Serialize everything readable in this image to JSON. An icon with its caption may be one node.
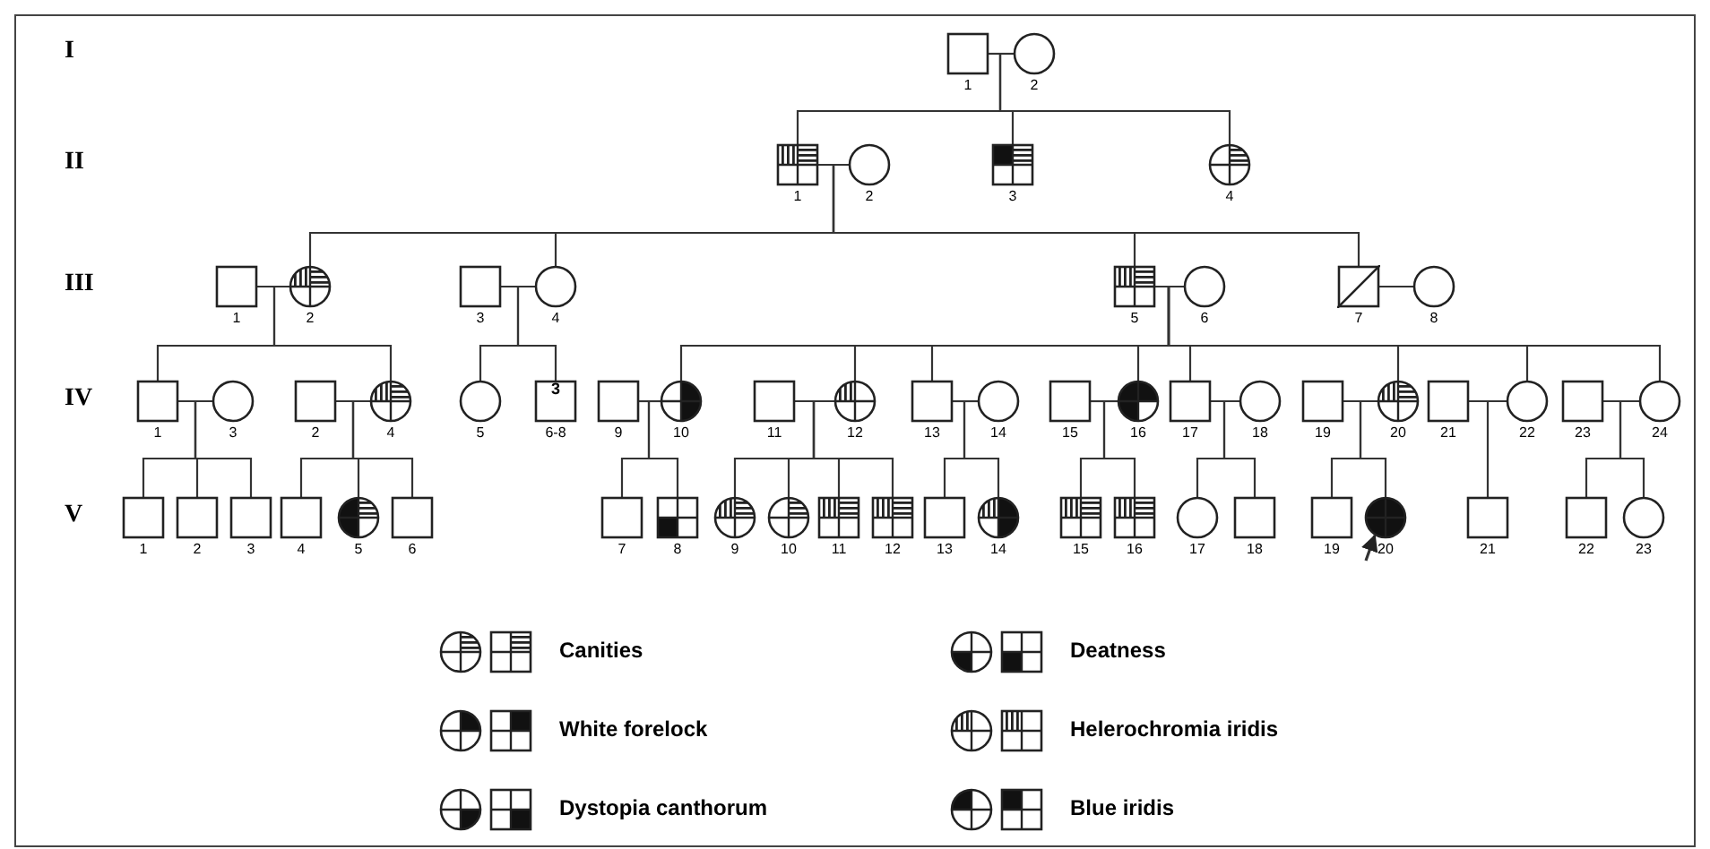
{
  "diagram": {
    "nodes": [
      {
        "text": [],
        "shape": "box",
        "beside": [
          "1"
        ]
      },
      {
        "text": [],
        "shape": "circle",
        "beside": [
          "2"
        ]
      },
      {
        "text": [],
        "shape": "box",
        "beside": [
          "1"
        ]
      },
      {
        "text": [],
        "shape": "circle",
        "beside": [
          "2"
        ]
      },
      {
        "text": [],
        "shape": "box",
        "beside": [
          "3"
        ]
      },
      {
        "text": [],
        "shape": "circle",
        "beside": [
          "4"
        ]
      },
      {
        "text": [],
        "shape": "box",
        "beside": [
          "1"
        ]
      },
      {
        "text": [],
        "shape": "circle",
        "beside": [
          "2"
        ]
      },
      {
        "text": [],
        "shape": "box",
        "beside": [
          "3"
        ]
      },
      {
        "text": [],
        "shape": "circle",
        "beside": [
          "4"
        ]
      },
      {
        "text": [],
        "shape": "box",
        "beside": [
          "5"
        ]
      },
      {
        "text": [],
        "shape": "circle",
        "beside": [
          "6"
        ]
      },
      {
        "text": [],
        "shape": "box",
        "beside": [
          "7"
        ]
      },
      {
        "text": [],
        "shape": "circle",
        "beside": [
          "8"
        ]
      },
      {
        "text": [],
        "shape": "box",
        "beside": [
          "1"
        ]
      },
      {
        "text": [],
        "shape": "circle",
        "beside": [
          "3"
        ]
      },
      {
        "text": [],
        "shape": "box",
        "beside": [
          "2"
        ]
      },
      {
        "text": [],
        "shape": "circle",
        "beside": [
          "4"
        ]
      },
      {
        "text": [],
        "shape": "circle",
        "beside": [
          "5"
        ]
      },
      {
        "text": [
          "3"
        ],
        "beside": [
          "6-8"
        ]
      },
      {
        "text": [],
        "shape": "box",
        "beside": [
          "9"
        ]
      },
      {
        "text": [],
        "shape": "circle",
        "beside": [
          "10"
        ]
      },
      {
        "text": [],
        "shape": "box",
        "beside": [
          "11"
        ]
      },
      {
        "text": [],
        "shape": "circle",
        "beside": [
          "12"
        ]
      },
      {
        "text": [],
        "shape": "box",
        "beside": [
          "13"
        ]
      },
      {
        "text": [],
        "shape": "circle",
        "beside": [
          "14"
        ]
      },
      {
        "text": [],
        "shape": "box",
        "beside": [
          "15"
        ]
      },
      {
        "text": [],
        "shape": "circle",
        "beside": [
          "16"
        ]
      },
      {
        "text": [],
        "shape": "box",
        "beside": [
          "17"
        ]
      },
      {
        "text": [],
        "shape": "circle",
        "beside": [
          "18"
        ]
      },
      {
        "text": [],
        "shape": "box",
        "beside": [
          "19"
        ]
      },
      {
        "text": [],
        "shape": "circle",
        "beside": [
          "20"
        ]
      },
      {
        "text": [],
        "shape": "box",
        "beside": [
          "21"
        ]
      },
      {
        "text": [],
        "shape": "circle",
        "beside": [
          "22"
        ]
      },
      {
        "text": [],
        "shape": "box",
        "beside": [
          "23"
        ]
      },
      {
        "text": [],
        "shape": "circle",
        "beside": [
          "24"
        ]
      },
      {
        "text": [],
        "shape": "box",
        "beside": [
          "1"
        ]
      },
      {
        "text": [],
        "shape": "box",
        "beside": [
          "2"
        ]
      },
      {
        "text": [],
        "shape": "box",
        "beside": [
          "3"
        ]
      },
      {
        "text": [],
        "shape": "box",
        "beside": [
          "4"
        ]
      },
      {
        "text": [],
        "shape": "circle",
        "beside": [
          "5"
        ]
      },
      {
        "text": [],
        "shape": "box",
        "beside": [
          "6"
        ]
      },
      {
        "text": [],
        "shape": "box",
        "beside": [
          "7"
        ]
      },
      {
        "text": [],
        "shape": "box",
        "beside": [
          "8"
        ]
      },
      {
        "text": [],
        "shape": "circle",
        "beside": [
          "9"
        ]
      },
      {
        "text": [],
        "shape": "circle",
        "beside": [
          "10"
        ]
      },
      {
        "text": [],
        "shape": "box",
        "beside": [
          "11"
        ]
      },
      {
        "text": [],
        "shape": "box",
        "beside": [
          "12"
        ]
      },
      {
        "text": [],
        "shape": "box",
        "beside": [
          "13"
        ]
      },
      {
        "text": [],
        "shape": "circle",
        "beside": [
          "14"
        ]
      },
      {
        "text": [],
        "shape": "box",
        "beside": [
          "15"
        ]
      },
      {
        "text": [],
        "shape": "box",
        "beside": [
          "16"
        ]
      },
      {
        "text": [],
        "shape": "circle",
        "beside": [
          "17"
        ]
      },
      {
        "text": [],
        "shape": "box",
        "beside": [
          "18"
        ]
      },
      {
        "text": [],
        "shape": "box",
        "beside": [
          "19"
        ]
      },
      {
        "text": [],
        "shape": "circle",
        "beside": [
          "20"
        ]
      },
      {
        "text": [],
        "shape": "box",
        "beside": [
          "21"
        ]
      },
      {
        "text": [],
        "shape": "box",
        "beside": [
          "22"
        ]
      },
      {
        "text": [],
        "shape": "circle",
        "beside": [
          "23"
        ]
      }
    ],
    "edges": [
      {
        "from": 0,
        "to": 1,
        "arrow": "none"
      },
      {
        "from": 2,
        "to": 3,
        "arrow": "none"
      },
      {
        "from": 6,
        "to": 7,
        "arrow": "none"
      },
      {
        "from": 8,
        "to": 9,
        "arrow": "none"
      },
      {
        "from": 10,
        "to": 11,
        "arrow": "none"
      },
      {
        "from": 12,
        "to": 13,
        "arrow": "none"
      },
      {
        "from": 14,
        "to": 15,
        "arrow": "none"
      },
      {
        "from": 16,
        "to": 17,
        "arrow": "none"
      },
      {
        "from": 20,
        "to": 21,
        "arrow": "none"
      },
      {
        "from": 22,
        "to": 23,
        "arrow": "none"
      },
      {
        "from": 24,
        "to": 25,
        "arrow": "none"
      },
      {
        "from": 26,
        "to": 27,
        "arrow": "none"
      },
      {
        "from": 28,
        "to": 29,
        "arrow": "none"
      },
      {
        "from": 30,
        "to": 31,
        "arrow": "none"
      },
      {
        "from": 32,
        "to": 33,
        "arrow": "none"
      },
      {
        "from": 34,
        "to": 35,
        "arrow": "none"
      },
      {
        "from": 0,
        "to": 2,
        "arrow": "none"
      },
      {
        "from": 0,
        "to": 4,
        "arrow": "none"
      },
      {
        "from": 0,
        "to": 5,
        "arrow": "none"
      },
      {
        "from": 2,
        "to": 7,
        "arrow": "none"
      },
      {
        "from": 2,
        "to": 9,
        "arrow": "none"
      },
      {
        "from": 2,
        "to": 10,
        "arrow": "none"
      },
      {
        "from": 2,
        "to": 12,
        "arrow": "none"
      },
      {
        "from": 7,
        "to": 14,
        "arrow": "none"
      },
      {
        "from": 7,
        "to": 17,
        "arrow": "none"
      },
      {
        "from": 9,
        "to": 18,
        "arrow": "none"
      },
      {
        "from": 9,
        "to": 19,
        "arrow": "none"
      },
      {
        "from": 10,
        "to": 21,
        "arrow": "none"
      },
      {
        "from": 10,
        "to": 23,
        "arrow": "none"
      },
      {
        "from": 10,
        "to": 24,
        "arrow": "none"
      },
      {
        "from": 10,
        "to": 27,
        "arrow": "none"
      },
      {
        "from": 10,
        "to": 28,
        "arrow": "none"
      },
      {
        "from": 10,
        "to": 31,
        "arrow": "none"
      },
      {
        "from": 10,
        "to": 33,
        "arrow": "none"
      },
      {
        "from": 10,
        "to": 35,
        "arrow": "none"
      },
      {
        "from": 14,
        "to": 36,
        "arrow": "none"
      },
      {
        "from": 14,
        "to": 37,
        "arrow": "none"
      },
      {
        "from": 14,
        "to": 38,
        "arrow": "none"
      },
      {
        "from": 17,
        "to": 39,
        "arrow": "none"
      },
      {
        "from": 17,
        "to": 40,
        "arrow": "none"
      },
      {
        "from": 17,
        "to": 41,
        "arrow": "none"
      },
      {
        "from": 21,
        "to": 42,
        "arrow": "none"
      },
      {
        "from": 21,
        "to": 43,
        "arrow": "none"
      },
      {
        "from": 23,
        "to": 44,
        "arrow": "none"
      },
      {
        "from": 23,
        "to": 45,
        "arrow": "none"
      },
      {
        "from": 23,
        "to": 46,
        "arrow": "none"
      },
      {
        "from": 23,
        "to": 47,
        "arrow": "none"
      },
      {
        "from": 24,
        "to": 48,
        "arrow": "none"
      },
      {
        "from": 24,
        "to": 49,
        "arrow": "none"
      },
      {
        "from": 27,
        "to": 50,
        "arrow": "none"
      },
      {
        "from": 27,
        "to": 51,
        "arrow": "none"
      },
      {
        "from": 28,
        "to": 52,
        "arrow": "none"
      },
      {
        "from": 28,
        "to": 53,
        "arrow": "none"
      },
      {
        "from": 31,
        "to": 54,
        "arrow": "none"
      },
      {
        "from": 31,
        "to": 55,
        "arrow": "none"
      },
      {
        "from": 33,
        "to": 56,
        "arrow": "none"
      },
      {
        "from": 35,
        "to": 57,
        "arrow": "none"
      },
      {
        "from": 35,
        "to": 58,
        "arrow": "none"
      },
      {
        "from": null,
        "to": 55,
        "arrow": "to"
      }
    ],
    "labels": [
      "I",
      "II",
      "III",
      "IV",
      "V"
    ],
    "legend": [
      {
        "text": "Canities"
      },
      {
        "text": "Deatness"
      },
      {
        "text": "White forelock"
      },
      {
        "text": "Helerochromia iridis"
      },
      {
        "text": "Dystopia canthorum"
      },
      {
        "text": "Blue iridis"
      }
    ]
  }
}
